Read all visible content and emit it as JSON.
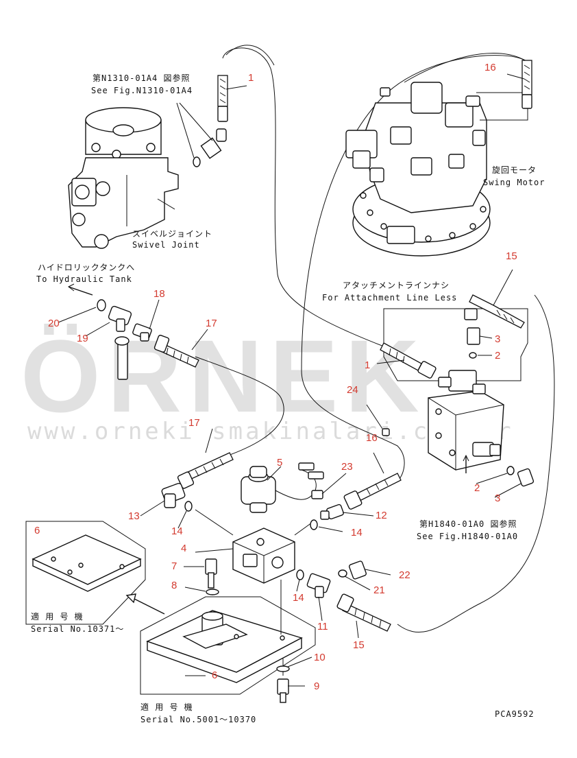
{
  "labels": {
    "fig_n1310_jp": "第N1310-01A4 図参照",
    "fig_n1310_en": "See Fig.N1310-01A4",
    "swivel_jp": "スイベルジョイント",
    "swivel_en": "Swivel Joint",
    "tank_jp": "ハイドロリックタンクへ",
    "tank_en": "To Hydraulic Tank",
    "swing_jp": "旋回モータ",
    "swing_en": "Swing Motor",
    "attach_jp": "アタッチメントラインナシ",
    "attach_en": "For Attachment Line Less",
    "fig_h1840_jp": "第H1840-01A0 図参照",
    "fig_h1840_en": "See Fig.H1840-01A0",
    "serial_a_jp": "適 用 号 機",
    "serial_a_en": "Serial No.10371～",
    "serial_b_jp": "適 用 号 機",
    "serial_b_en": "Serial No.5001～10370",
    "code": "PCA9592"
  },
  "watermark": {
    "brand": "ÖRNEK",
    "url": "www.orneki smakinalari.com.tr"
  },
  "parts": {
    "p1a": "1",
    "p1b": "1",
    "p2a": "2",
    "p2b": "2",
    "p3a": "3",
    "p3b": "3",
    "p4": "4",
    "p5": "5",
    "p6a": "6",
    "p6b": "6",
    "p7": "7",
    "p8": "8",
    "p9": "9",
    "p10": "10",
    "p11": "11",
    "p12": "12",
    "p13": "13",
    "p14a": "14",
    "p14b": "14",
    "p14c": "14",
    "p15a": "15",
    "p15b": "15",
    "p16a": "16",
    "p16b": "16",
    "p17a": "17",
    "p17b": "17",
    "p18": "18",
    "p19": "19",
    "p20": "20",
    "p21": "21",
    "p22": "22",
    "p23": "23",
    "p24": "24"
  },
  "colors": {
    "callout": "#d33a2f",
    "watermark": "#bdbdbd",
    "line": "#111111"
  }
}
